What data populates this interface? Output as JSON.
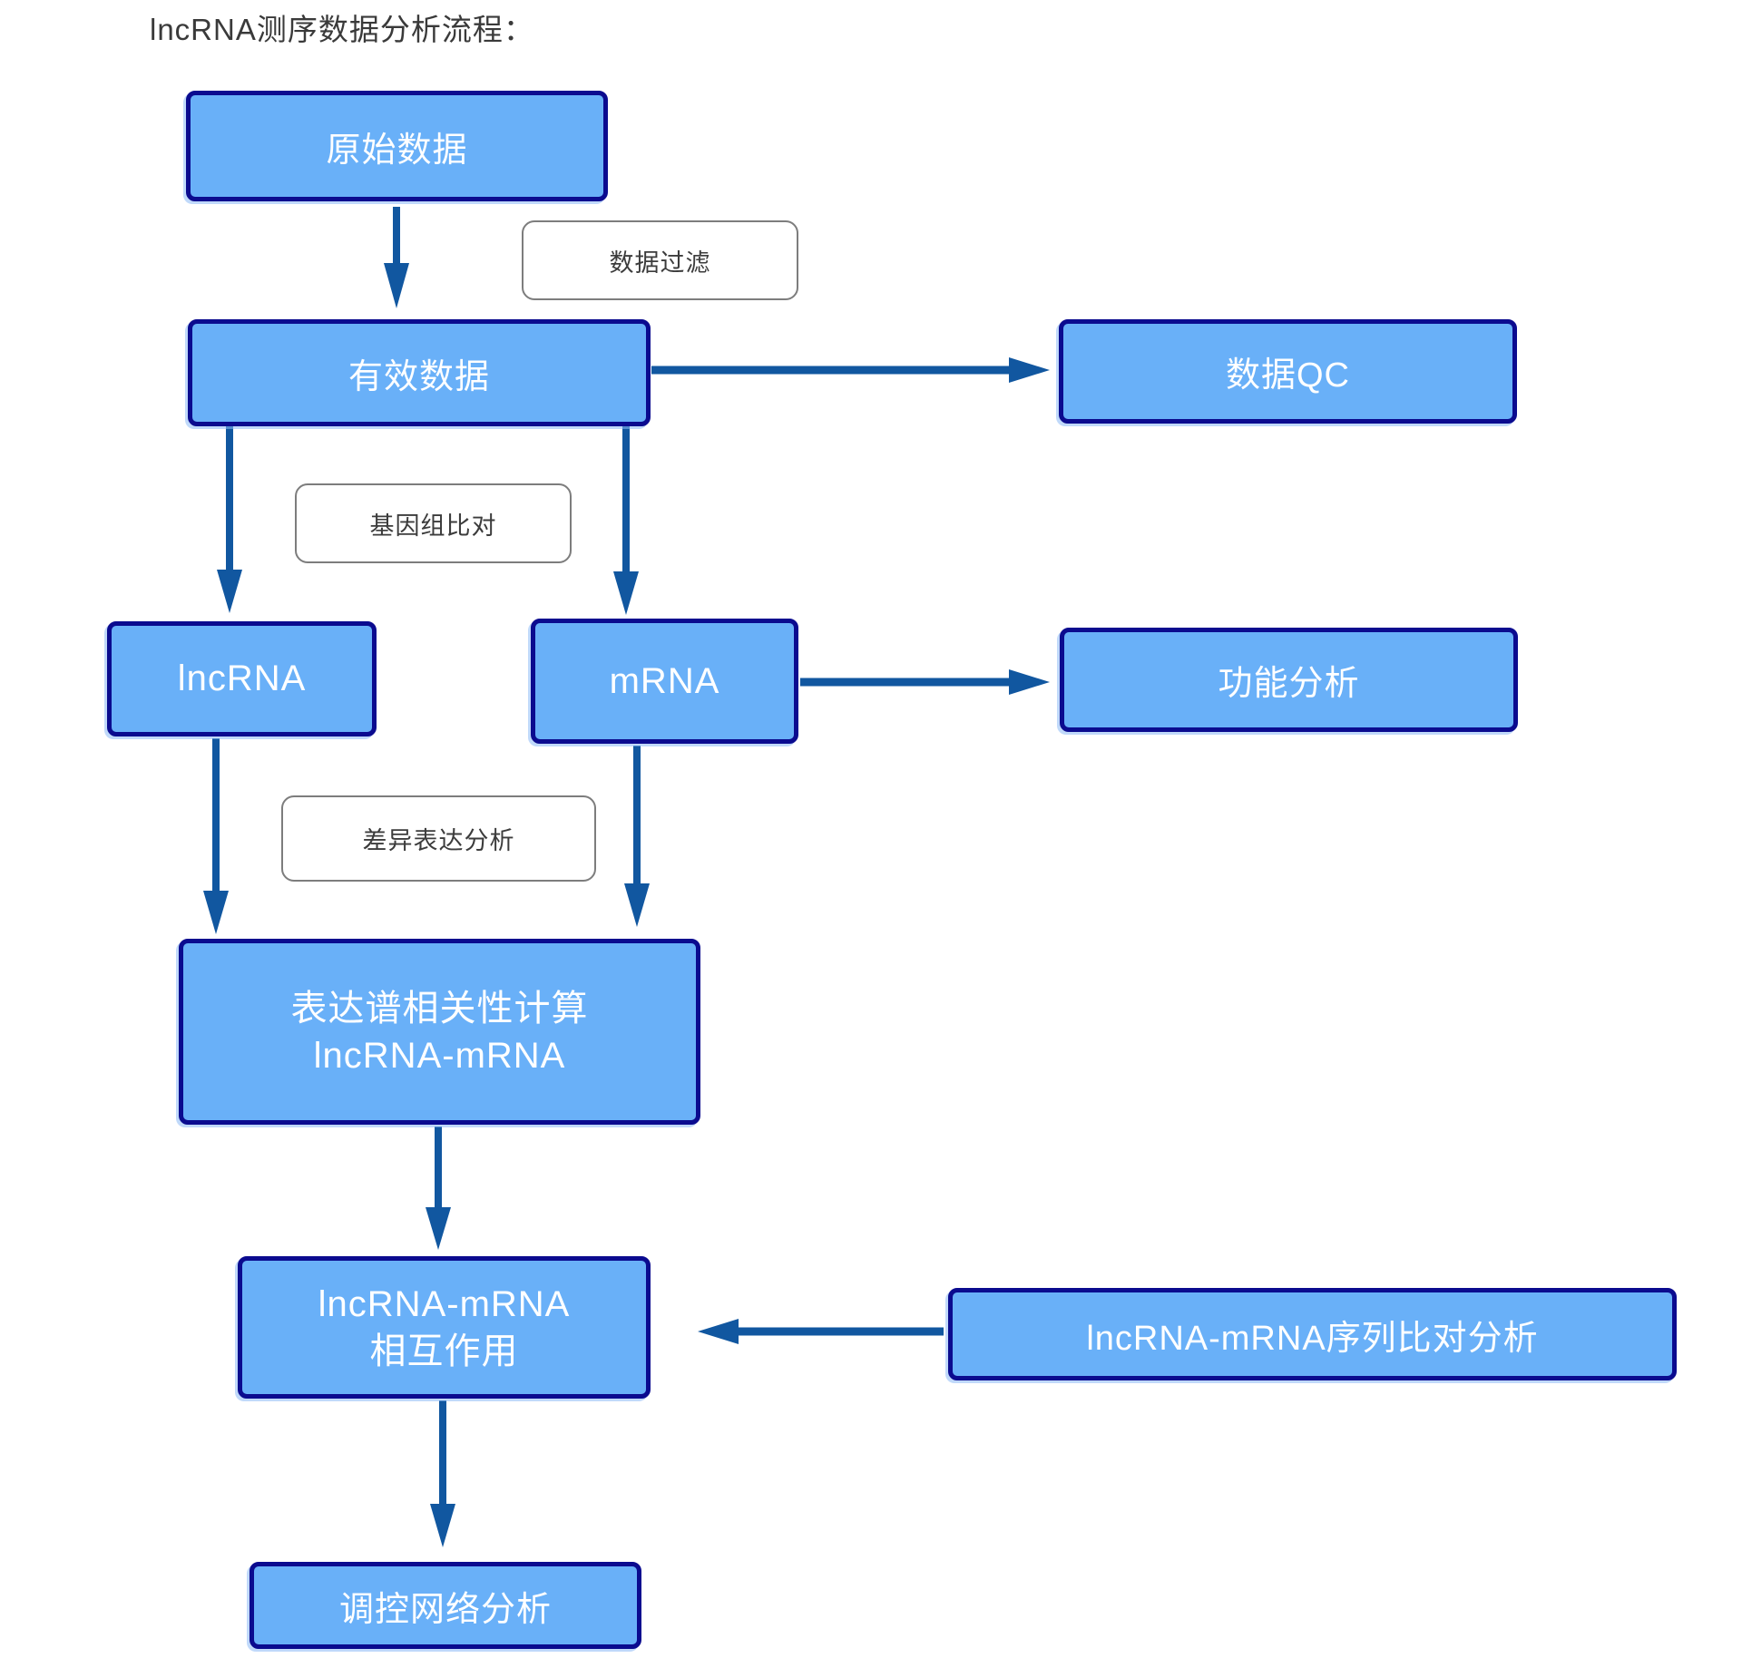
{
  "title": "lncRNA测序数据分析流程：",
  "colors": {
    "node_fill": "#69B0F8",
    "node_border": "#0B0B8F",
    "arrow": "#1157A0",
    "label_border": "#7D7D7D",
    "label_text": "#3C3C3C",
    "node_text": "#FFFFFF",
    "title_text": "#3A3A3A"
  },
  "nodes": {
    "raw_data": {
      "label": "原始数据"
    },
    "valid_data": {
      "label": "有效数据"
    },
    "data_qc": {
      "label": "数据QC"
    },
    "lncrna": {
      "label": "lncRNA"
    },
    "mrna": {
      "label": "mRNA"
    },
    "functional_analysis": {
      "label": "功能分析"
    },
    "correlation": {
      "line1": "表达谱相关性计算",
      "line2": "lncRNA-mRNA"
    },
    "interaction": {
      "line1": "lncRNA-mRNA",
      "line2": "相互作用"
    },
    "sequence_alignment": {
      "label": "lncRNA-mRNA序列比对分析"
    },
    "network": {
      "label": "调控网络分析"
    }
  },
  "edge_labels": {
    "data_filter": "数据过滤",
    "genome_alignment": "基因组比对",
    "diff_expression": "差异表达分析"
  }
}
